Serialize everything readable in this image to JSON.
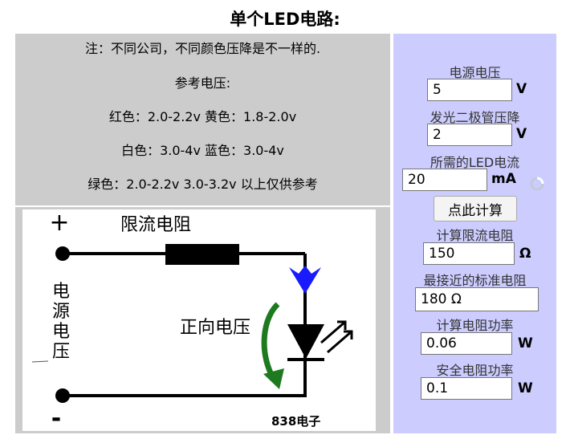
{
  "title": "单个LED电路:",
  "notes": [
    "注：不同公司，不同颜色压降是不一样的.",
    "参考电压:",
    "红色：2.0-2.2v 黄色：1.8-2.0v",
    "白色：3.0-4v 蓝色：3.0-4v",
    "绿色：2.0-2.2v 3.0-3.2v 以上仅供参考"
  ],
  "diagram": {
    "plus": "+",
    "minus": "-",
    "resistor_label": "限流电阻",
    "forward_label": "正向电压",
    "power_label": [
      "电",
      "源",
      "电",
      "压"
    ],
    "brand": "838电子"
  },
  "form": {
    "supply_label": "电源电压",
    "supply_value": "5",
    "supply_unit": "V",
    "drop_label": "发光二极管压降",
    "drop_value": "2",
    "drop_unit": "V",
    "current_label": "所需的LED电流",
    "current_value": "20",
    "current_unit": "mA",
    "calc_button": "点此计算",
    "res_label": "计算限流电阻",
    "res_value": "150",
    "res_unit": "Ω",
    "std_label": "最接近的标准电阻",
    "std_value": "180 Ω",
    "power_label": "计算电阻功率",
    "power_value": "0.06",
    "power_unit": "W",
    "safe_label": "安全电阻功率",
    "safe_value": "0.1",
    "safe_unit": "W"
  },
  "colors": {
    "panel_bg": "#ccccff",
    "note_bg": "#cccccc",
    "led_arrow": "#1a1aff",
    "voltage_arrow": "#1e7a1e"
  }
}
